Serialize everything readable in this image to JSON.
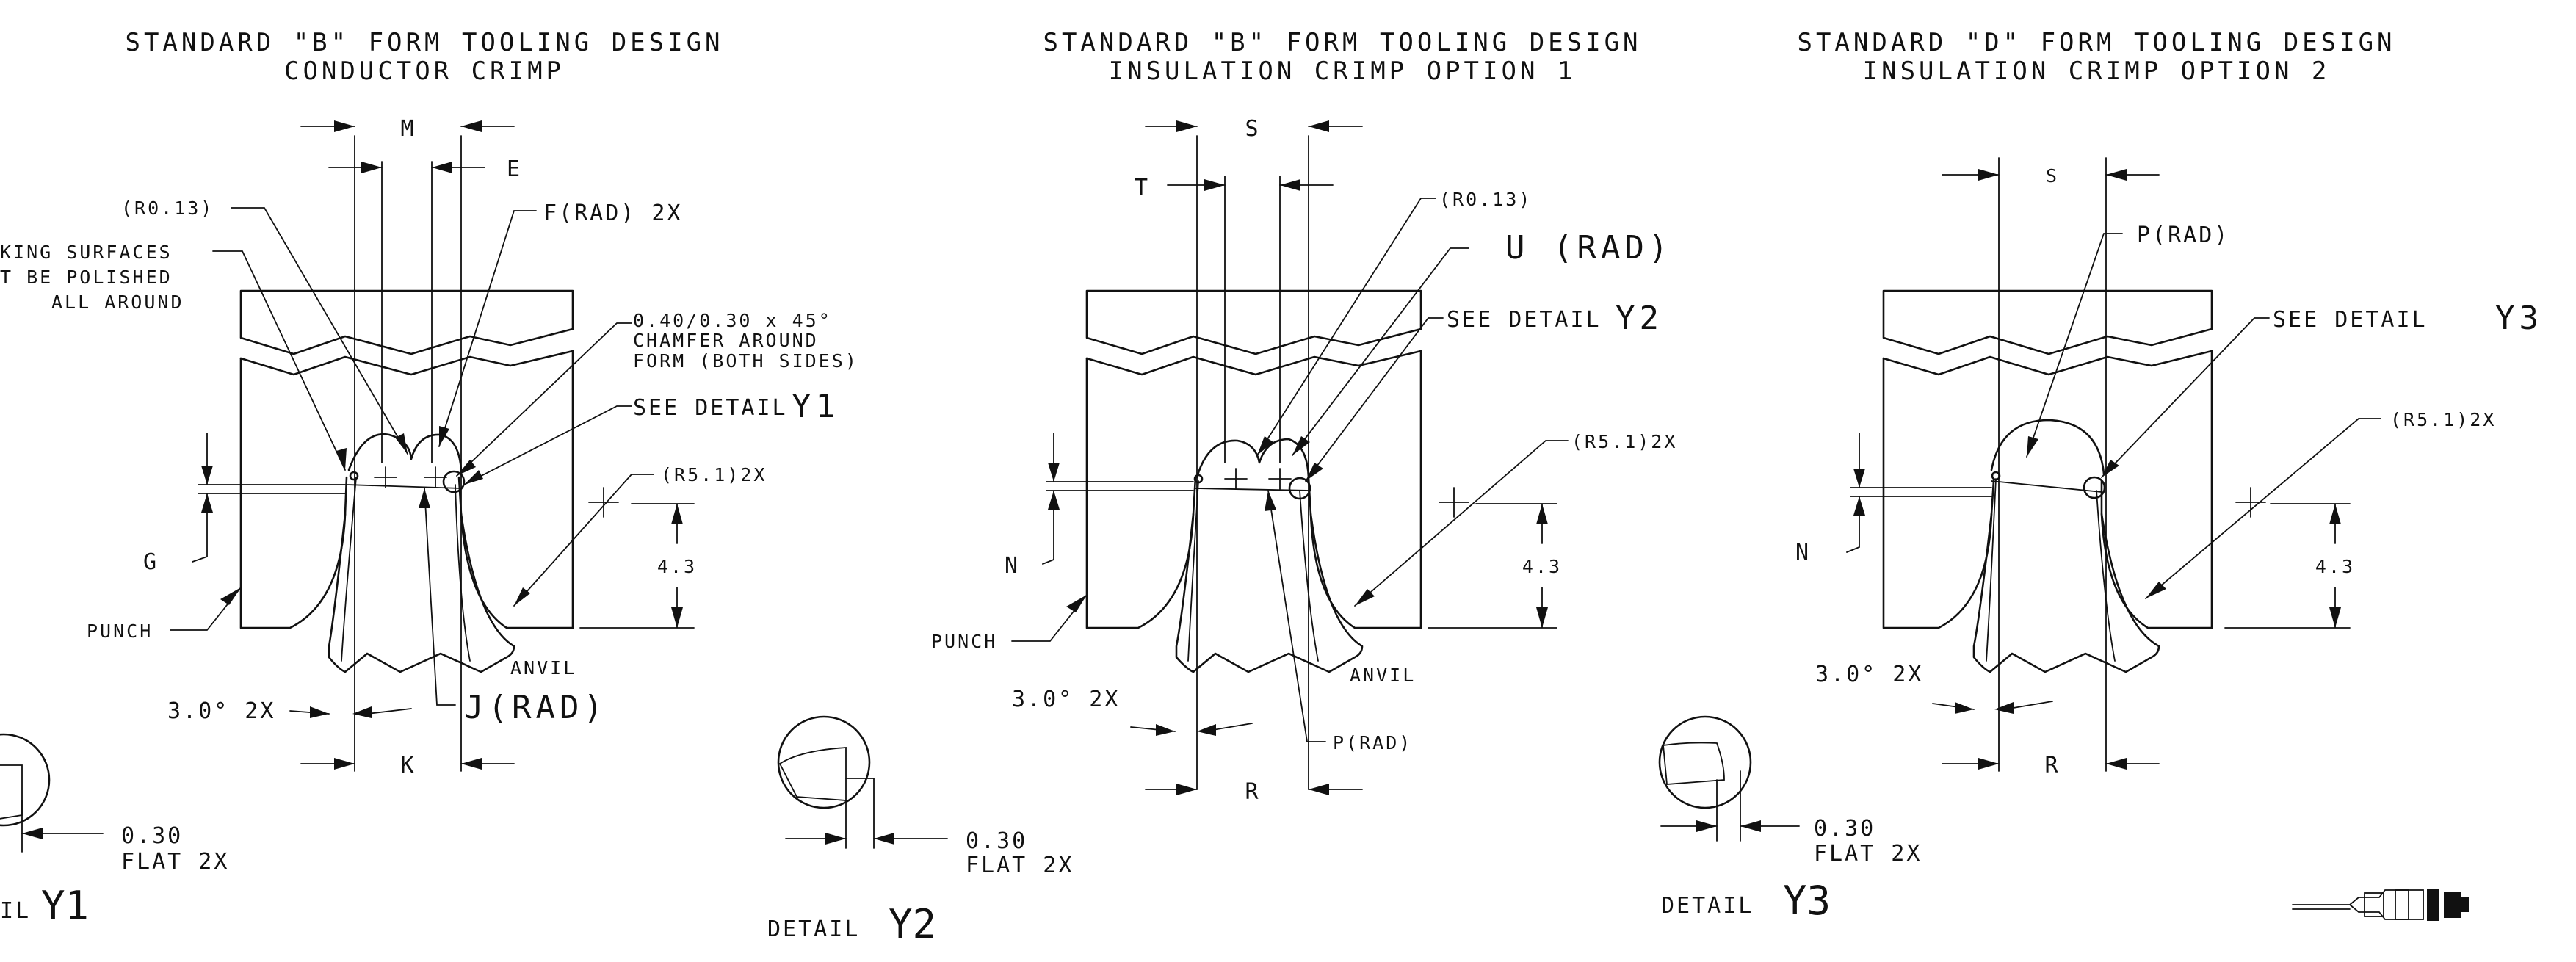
{
  "views": [
    {
      "title_line1": "STANDARD \"B\" FORM TOOLING DESIGN",
      "title_line2": "CONDUCTOR CRIMP",
      "labels": {
        "M": "M",
        "E": "E",
        "F": "F(RAD) 2X",
        "r013": "(R0.13)",
        "working1": "KING SURFACES",
        "working2": "T BE POLISHED",
        "working3": "ALL AROUND",
        "chamfer1": "0.40/0.30 x 45°",
        "chamfer2": "CHAMFER AROUND",
        "chamfer3": "FORM (BOTH SIDES)",
        "see_detail": "SEE DETAIL",
        "see_detail_id": "Y1",
        "r51": "(R5.1)2X",
        "dim43": "4.3",
        "G": "G",
        "punch": "PUNCH",
        "anvil": "ANVIL",
        "angle": "3.0° 2X",
        "J": "J(RAD)",
        "K": "K",
        "flat1": "0.30",
        "flat2": "FLAT 2X",
        "detail_word": "IL",
        "detail_id": "Y1"
      }
    },
    {
      "title_line1": "STANDARD \"B\" FORM TOOLING DESIGN",
      "title_line2": "INSULATION CRIMP OPTION 1",
      "labels": {
        "S": "S",
        "T": "T",
        "r013": "(R0.13)",
        "U": "U (RAD)",
        "see_detail": "SEE DETAIL",
        "see_detail_id": "Y2",
        "r51": "(R5.1)2X",
        "dim43": "4.3",
        "N": "N",
        "punch": "PUNCH",
        "anvil": "ANVIL",
        "angle": "3.0° 2X",
        "P": "P(RAD)",
        "R": "R",
        "flat1": "0.30",
        "flat2": "FLAT 2X",
        "detail_word": "DETAIL",
        "detail_id": "Y2"
      }
    },
    {
      "title_line1": "STANDARD \"D\" FORM TOOLING DESIGN",
      "title_line2": "INSULATION CRIMP OPTION 2",
      "labels": {
        "S": "S",
        "P": "P(RAD)",
        "see_detail": "SEE DETAIL",
        "see_detail_id": "Y3",
        "r51": "(R5.1)2X",
        "dim43": "4.3",
        "N": "N",
        "angle": "3.0° 2X",
        "R": "R",
        "flat1": "0.30",
        "flat2": "FLAT 2X",
        "detail_word": "DETAIL",
        "detail_id": "Y3"
      }
    }
  ],
  "colors": {
    "ink": "#111111",
    "paper": "#ffffff"
  },
  "icons": {
    "terminal": "crimp-terminal-icon"
  }
}
